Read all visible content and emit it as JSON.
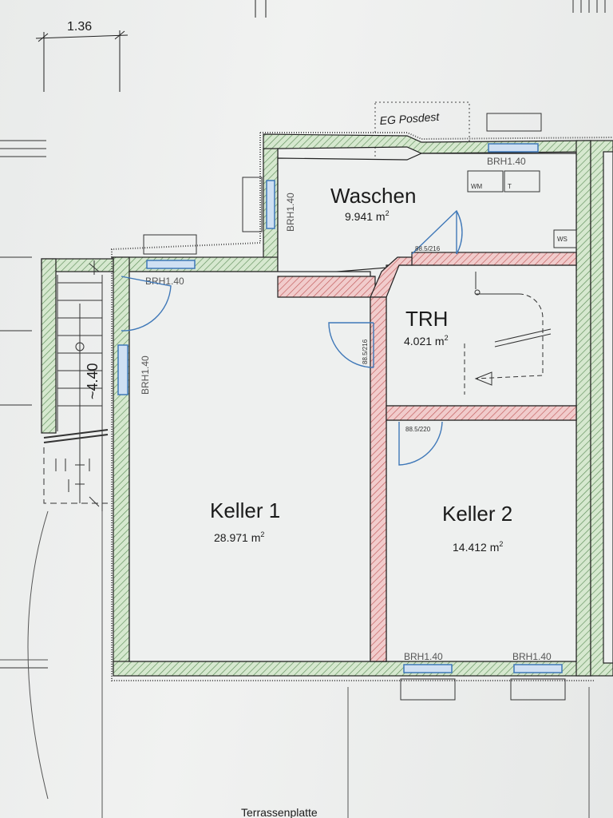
{
  "dimension_top": "1.36",
  "eg_posdest": "EG Posdest",
  "rooms": {
    "waschen": {
      "name": "Waschen",
      "area": "9.941 m",
      "unit_sup": "2"
    },
    "trh": {
      "name": "TRH",
      "area": "4.021 m",
      "unit_sup": "2"
    },
    "keller1": {
      "name": "Keller 1",
      "area": "28.971 m",
      "unit_sup": "2"
    },
    "keller2": {
      "name": "Keller 2",
      "area": "14.412 m",
      "unit_sup": "2"
    }
  },
  "windows": {
    "w_top_right": "BRH1.40",
    "w_left_vertical": "BRH1.40",
    "w_keller1_top": "BRH1.40",
    "w_keller1_left": "BRH1.40",
    "w_bottom_left": "BRH1.40",
    "w_bottom_right": "BRH1.40"
  },
  "doors": {
    "d_waschen": "88.5/216",
    "d_keller1": "88.5/216",
    "d_keller2": "88.5/220"
  },
  "fixtures": {
    "wm": "WM",
    "t": "T",
    "ws": "WS"
  },
  "stair_height": "~4.40",
  "terrace": "Terrassenplatte",
  "colors": {
    "wall_green": "#d6e8cf",
    "wall_pink": "#f1cccc",
    "window_blue": "#3f78b8",
    "ink": "#1b1b1b"
  }
}
